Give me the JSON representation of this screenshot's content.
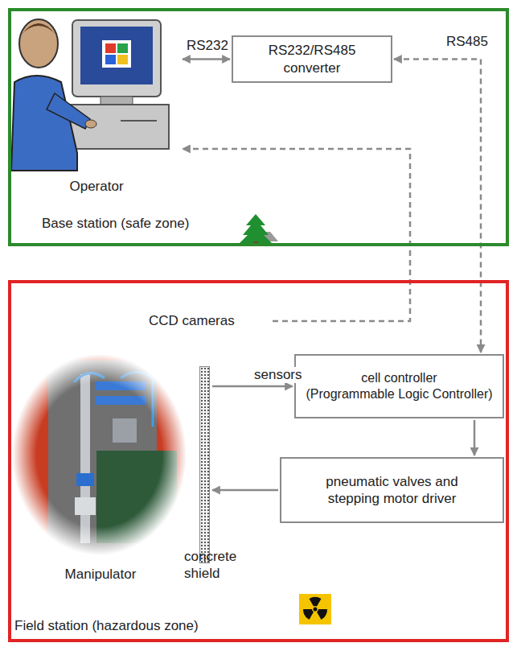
{
  "diagram": {
    "nodes": [
      {
        "text": [
          "Base station (safe zone)"
        ]
      },
      {
        "text": [
          "Operator"
        ],
        "in": 0
      },
      {
        "text": [
          "RS232/RS485 converter"
        ],
        "in": 0
      },
      {
        "text": [
          "Field station (hazardous zone)"
        ]
      },
      {
        "text": [
          "CCD cameras"
        ],
        "in": 3
      },
      {
        "text": [
          "Manipulator"
        ],
        "in": 3
      },
      {
        "text": [
          "concrete shield"
        ],
        "in": 3
      },
      {
        "text": [
          "cell controller",
          "(Programmable Logic Controller)"
        ],
        "in": 3
      },
      {
        "text": [
          "pneumatic valves and stepping motor driver"
        ],
        "in": 3
      }
    ],
    "edges": [
      {
        "from": 1,
        "to": 2,
        "arrow": "both",
        "label": "RS232"
      },
      {
        "from": 2,
        "to": 7,
        "arrow": "both",
        "label": "RS485"
      },
      {
        "from": 4,
        "to": 1,
        "arrow": "to"
      },
      {
        "from": 6,
        "to": 7,
        "arrow": "to",
        "label": "sensors"
      },
      {
        "from": 7,
        "to": 8,
        "arrow": "to"
      },
      {
        "from": 8,
        "to": 6,
        "arrow": "to"
      }
    ]
  }
}
